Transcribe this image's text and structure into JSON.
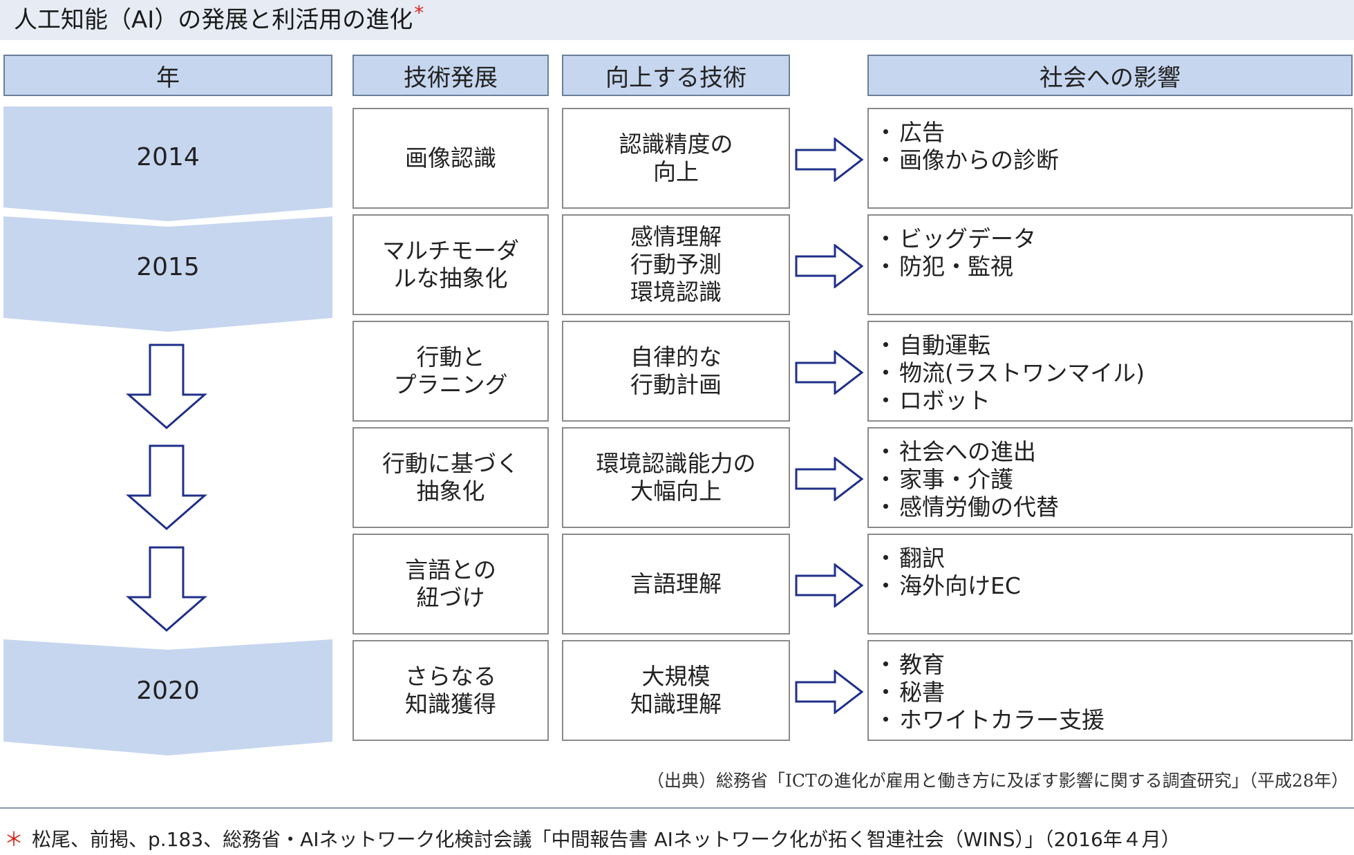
{
  "title": {
    "text": "人工知能（AI）の発展と利活用の進化",
    "mark": "*"
  },
  "headers": {
    "year": "年",
    "tech": "技術発展",
    "improve": "向上する技術",
    "impact": "社会への影響"
  },
  "years": [
    "2014",
    "2015",
    "2020"
  ],
  "rows": [
    {
      "tech": "画像認識",
      "improve": "認識精度の\n向上",
      "impacts": [
        "広告",
        "画像からの診断"
      ]
    },
    {
      "tech": "マルチモーダ\nルな抽象化",
      "improve": "感情理解\n行動予測\n環境認識",
      "impacts": [
        "ビッグデータ",
        "防犯・監視"
      ]
    },
    {
      "tech": "行動と\nプラニング",
      "improve": "自律的な\n行動計画",
      "impacts": [
        "自動運転",
        "物流(ラストワンマイル)",
        "ロボット"
      ]
    },
    {
      "tech": "行動に基づく\n抽象化",
      "improve": "環境認識能力の\n大幅向上",
      "impacts": [
        "社会への進出",
        "家事・介護",
        "感情労働の代替"
      ]
    },
    {
      "tech": "言語との\n紐づけ",
      "improve": "言語理解",
      "impacts": [
        "翻訳",
        "海外向けEC"
      ]
    },
    {
      "tech": "さらなる\n知識獲得",
      "improve": "大規模\n知識理解",
      "impacts": [
        "教育",
        "秘書",
        "ホワイトカラー支援"
      ]
    }
  ],
  "source": "（出典）総務省「ICTの進化が雇用と働き方に及ぼす影響に関する調査研究」（平成28年）",
  "footnote": {
    "mark": "＊",
    "text": "松尾、前掲、p.183、総務省・AIネットワーク化検討会議「中間報告書 AIネットワーク化が拓く智連社会（WINS）」（2016年４月）"
  },
  "colors": {
    "band": "#c6d6ef",
    "arrow_stroke": "#1f2f8a",
    "title_bg": "#e6ebf4",
    "accent": "#d9261c"
  }
}
